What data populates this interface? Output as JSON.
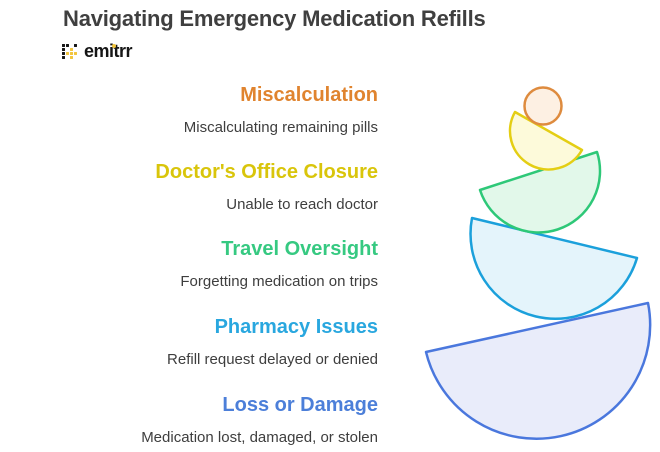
{
  "title": "Navigating Emergency Medication Refills",
  "logo": {
    "text": "emitrr"
  },
  "items": [
    {
      "title": "Miscalculation",
      "subtitle": "Miscalculating remaining pills",
      "color": "#E0842F",
      "shape_fill": "#FDF0E3",
      "shape_stroke": "#DE8B3E"
    },
    {
      "title": "Doctor's Office Closure",
      "subtitle": "Unable to reach doctor",
      "color": "#D9C50B",
      "shape_fill": "#FDFADA",
      "shape_stroke": "#E4CE14"
    },
    {
      "title": "Travel Oversight",
      "subtitle": "Forgetting medication on trips",
      "color": "#36C981",
      "shape_fill": "#E2F8EA",
      "shape_stroke": "#2EC878"
    },
    {
      "title": "Pharmacy Issues",
      "subtitle": "Refill request delayed or denied",
      "color": "#29A7DF",
      "shape_fill": "#E4F4FB",
      "shape_stroke": "#1BA0DB"
    },
    {
      "title": "Loss or Damage",
      "subtitle": "Medication lost, damaged, or stolen",
      "color": "#4C7FD9",
      "shape_fill": "#E9ECFA",
      "shape_stroke": "#4A77DD"
    }
  ],
  "colors": {
    "title_text": "#3F3F3F",
    "subtitle_text": "#3E3E3E",
    "logo_text": "#161616",
    "logo_accent": "#F2C53D"
  }
}
